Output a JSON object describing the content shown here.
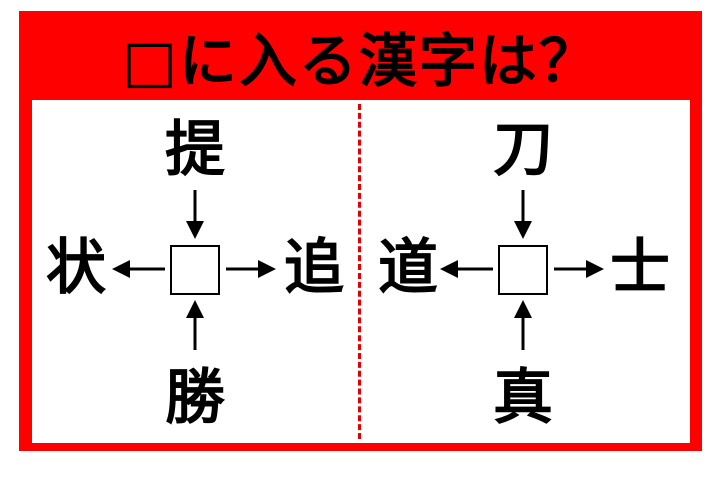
{
  "title": "□に入る漢字は？",
  "puzzles": [
    {
      "top": "提",
      "left": "状",
      "right": "追",
      "bottom": "勝"
    },
    {
      "top": "刀",
      "left": "道",
      "right": "士",
      "bottom": "真"
    }
  ],
  "colors": {
    "frame": "#ff0000",
    "divider": "#e00000"
  }
}
